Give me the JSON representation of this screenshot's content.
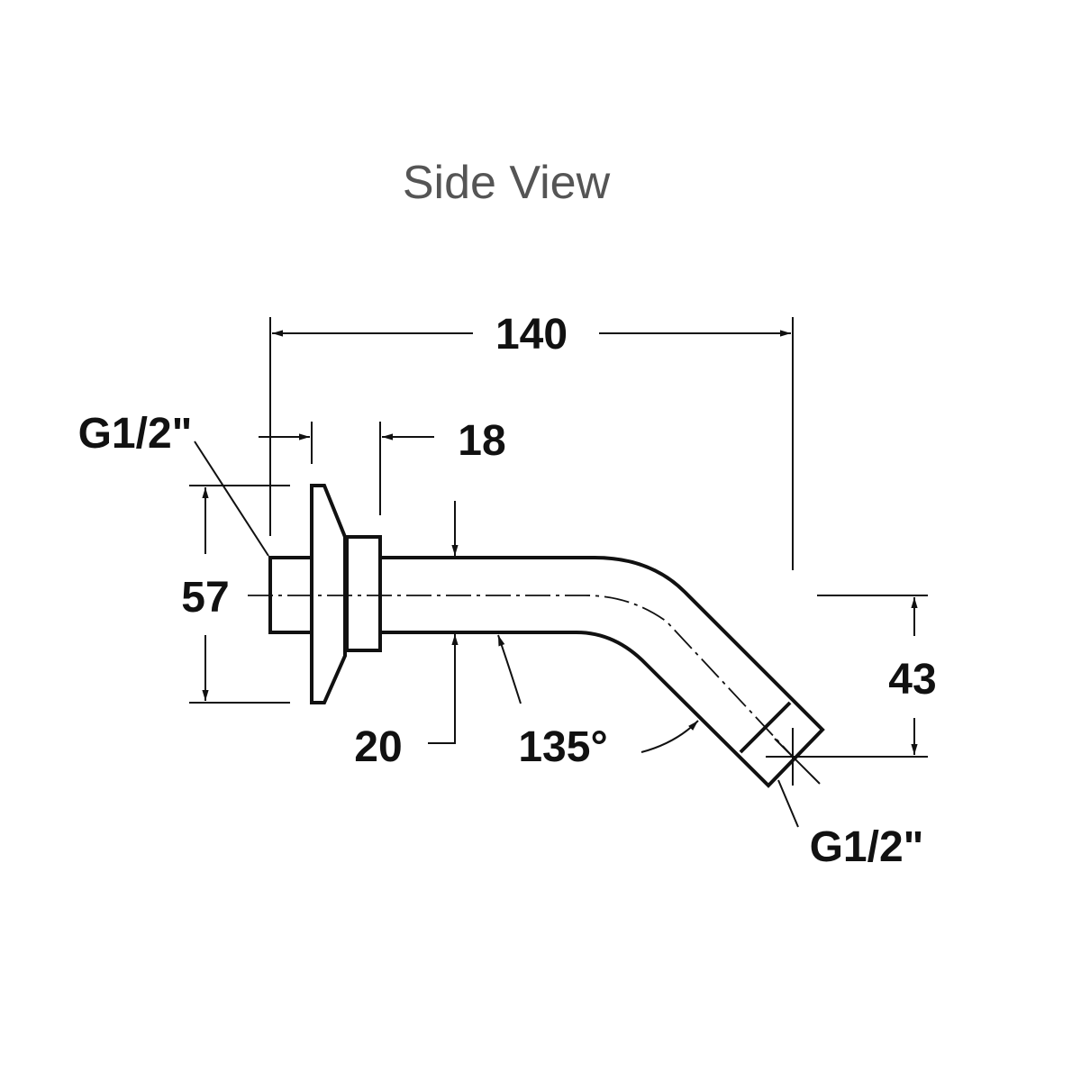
{
  "title": "Side View",
  "dimensions": {
    "overall_length": "140",
    "flange_offset": "18",
    "flange_height": "57",
    "pipe_diameter": "20",
    "bend_angle": "135°",
    "drop": "43",
    "inlet_thread": "G1/2\"",
    "outlet_thread": "G1/2\""
  },
  "colors": {
    "line": "#111111",
    "title": "#555555"
  }
}
